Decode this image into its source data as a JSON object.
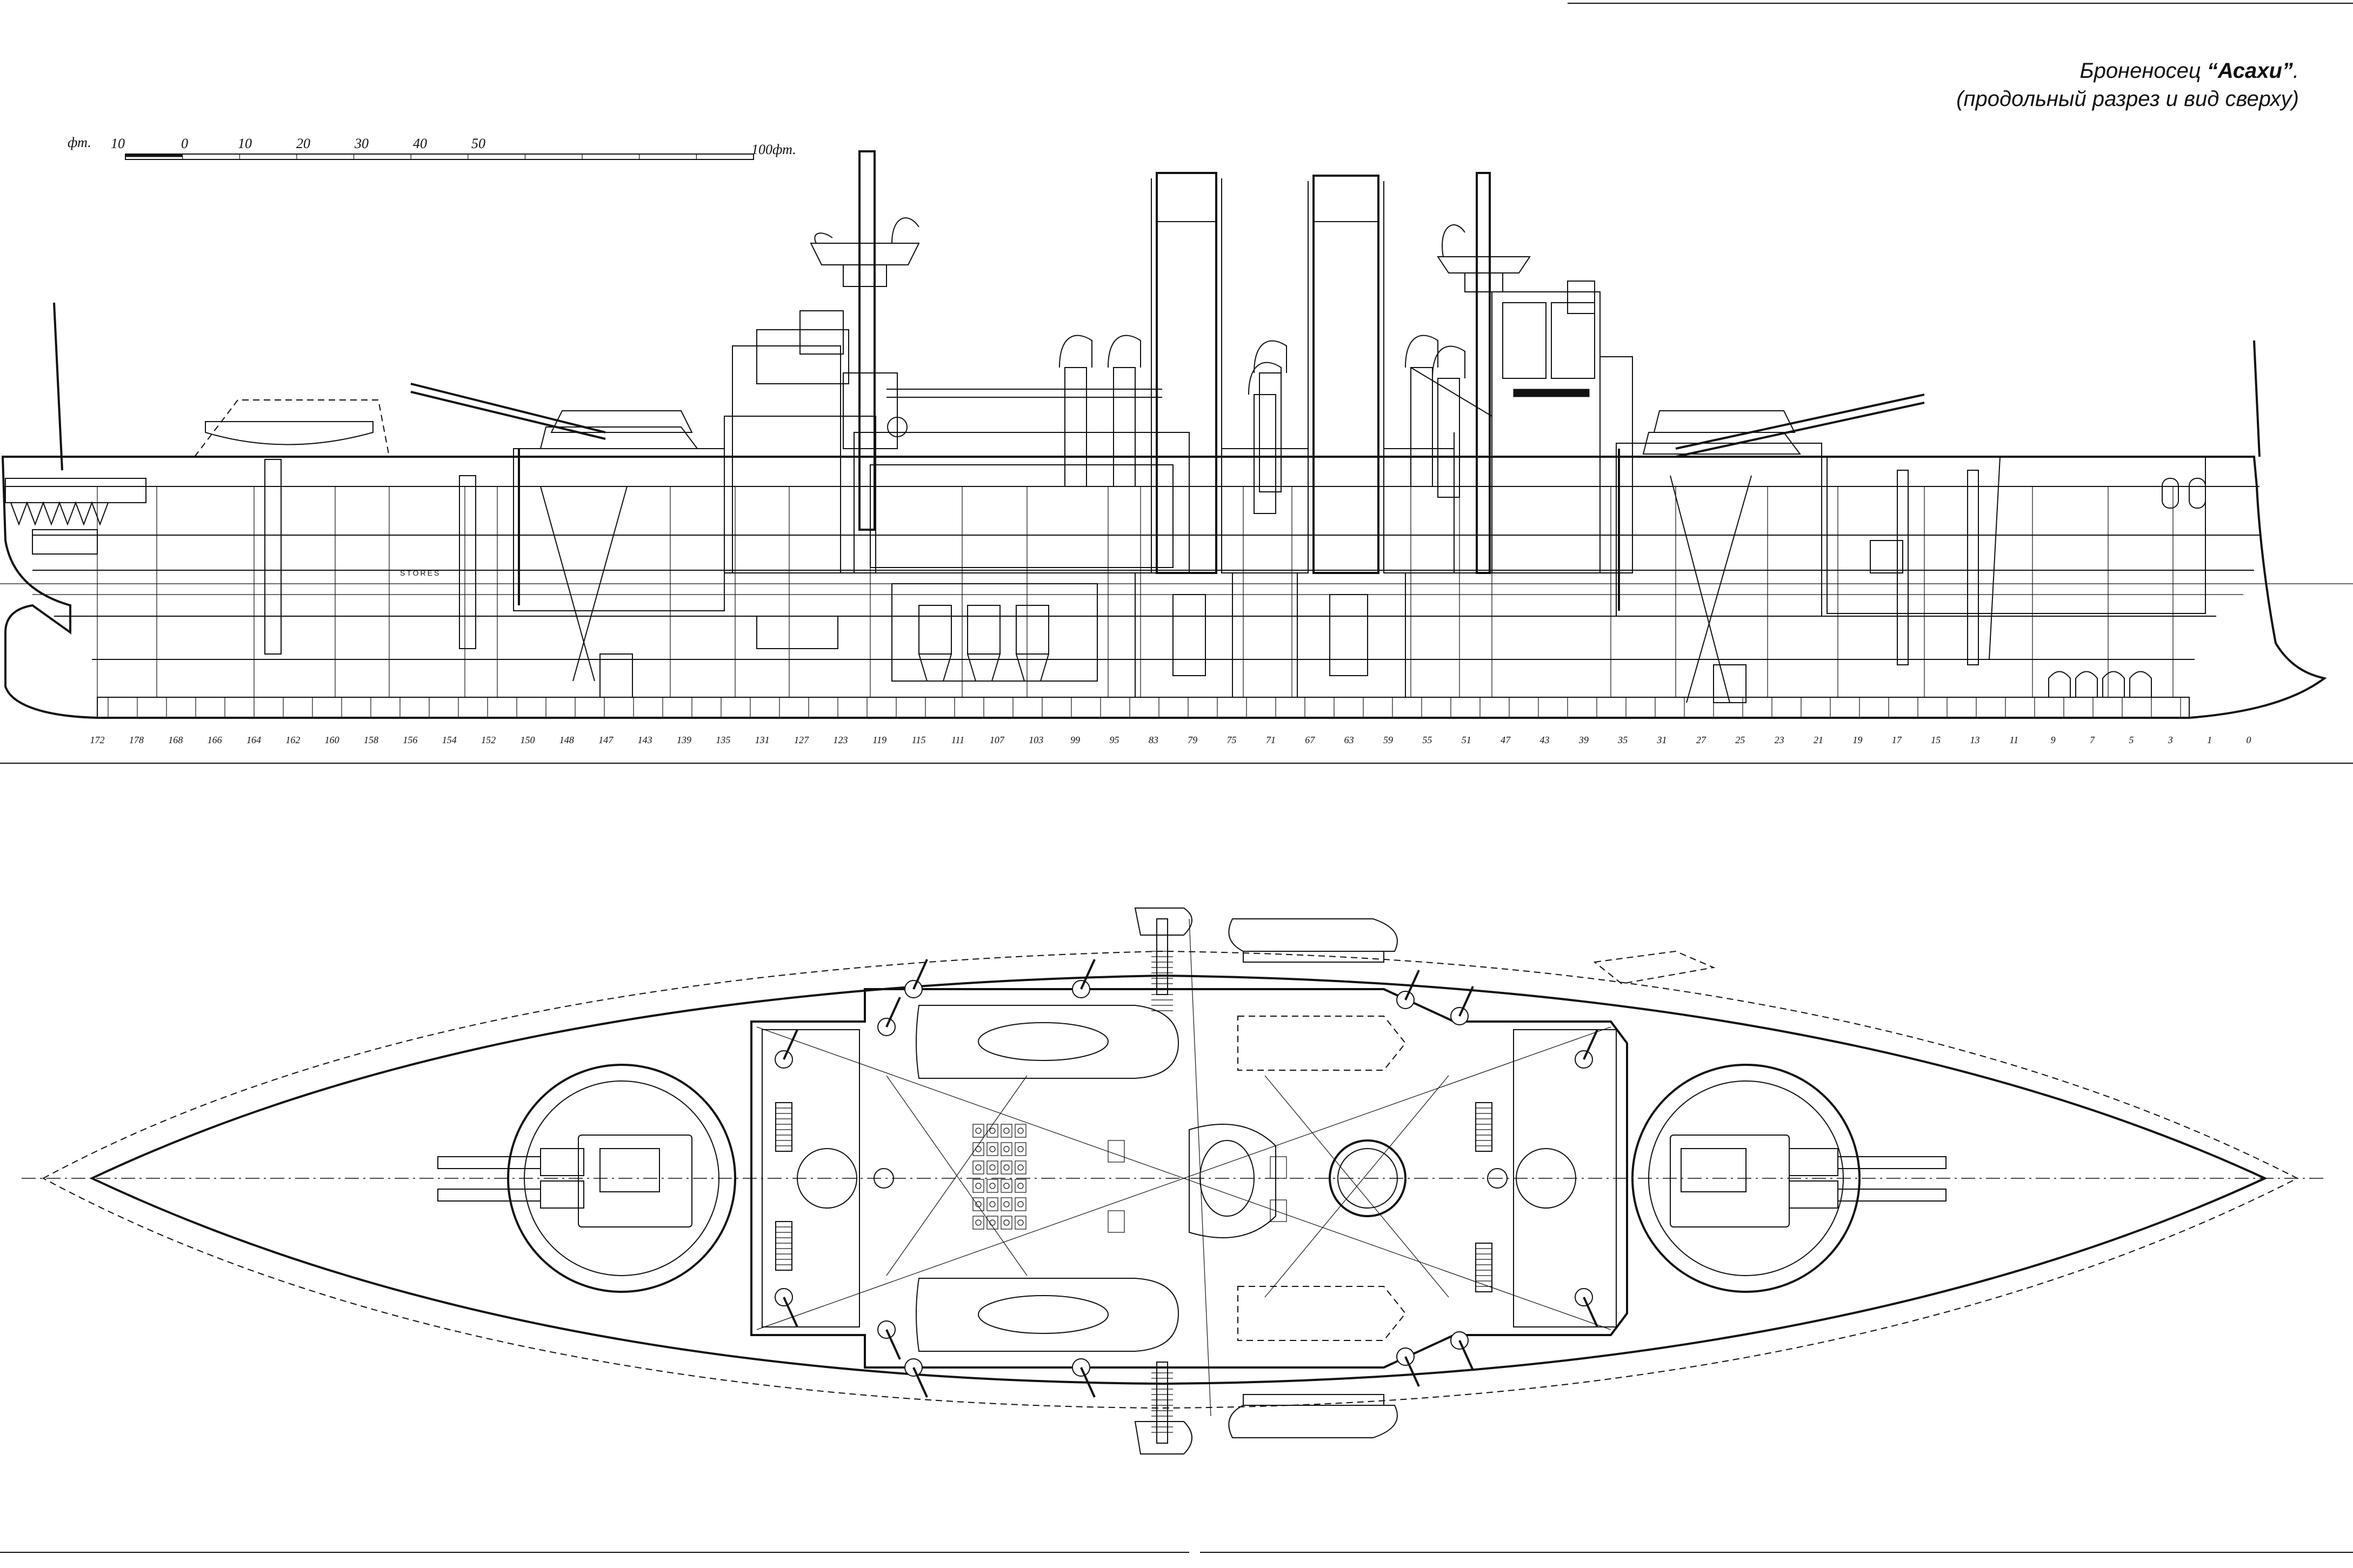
{
  "title": {
    "prefix": "Броненосец ",
    "name": "“Асахи”",
    "suffix": ".",
    "subtitle": "(продольный разрез и вид сверху)"
  },
  "scale": {
    "unit_left": "фт.",
    "unit_right": "100фт.",
    "ticks": [
      "10",
      "0",
      "10",
      "20",
      "30",
      "40",
      "50"
    ]
  },
  "profile_label": "STORES",
  "frames": [
    "172",
    "178",
    "168",
    "166",
    "164",
    "162",
    "160",
    "158",
    "156",
    "154",
    "152",
    "150",
    "148",
    "147",
    "143",
    "139",
    "135",
    "131",
    "127",
    "123",
    "119",
    "115",
    "111",
    "107",
    "103",
    "99",
    "95",
    "83",
    "79",
    "75",
    "71",
    "67",
    "63",
    "59",
    "55",
    "51",
    "47",
    "43",
    "39",
    "35",
    "31",
    "27",
    "25",
    "23",
    "21",
    "19",
    "17",
    "15",
    "13",
    "11",
    "9",
    "7",
    "5",
    "3",
    "1",
    "0"
  ]
}
